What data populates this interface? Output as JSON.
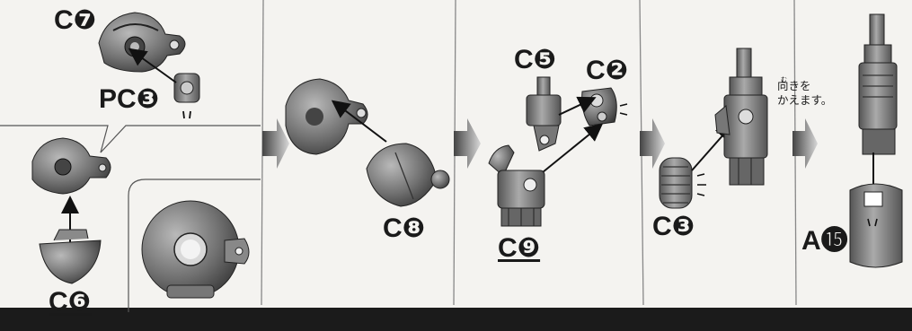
{
  "steps": [
    {
      "labels": {
        "c7": "C❼",
        "pc3": "PC❸",
        "c6": "C❻"
      }
    },
    {
      "labels": {
        "c8": "C❽"
      }
    },
    {
      "labels": {
        "c5": "C❺",
        "c2": "C❷",
        "c9": "C❾"
      }
    },
    {
      "labels": {
        "c3": "C❸"
      }
    },
    {
      "labels": {
        "a15": "A⓯"
      },
      "note": {
        "ruby": "む",
        "line1": "向きを",
        "line2": "かえます。"
      }
    }
  ]
}
